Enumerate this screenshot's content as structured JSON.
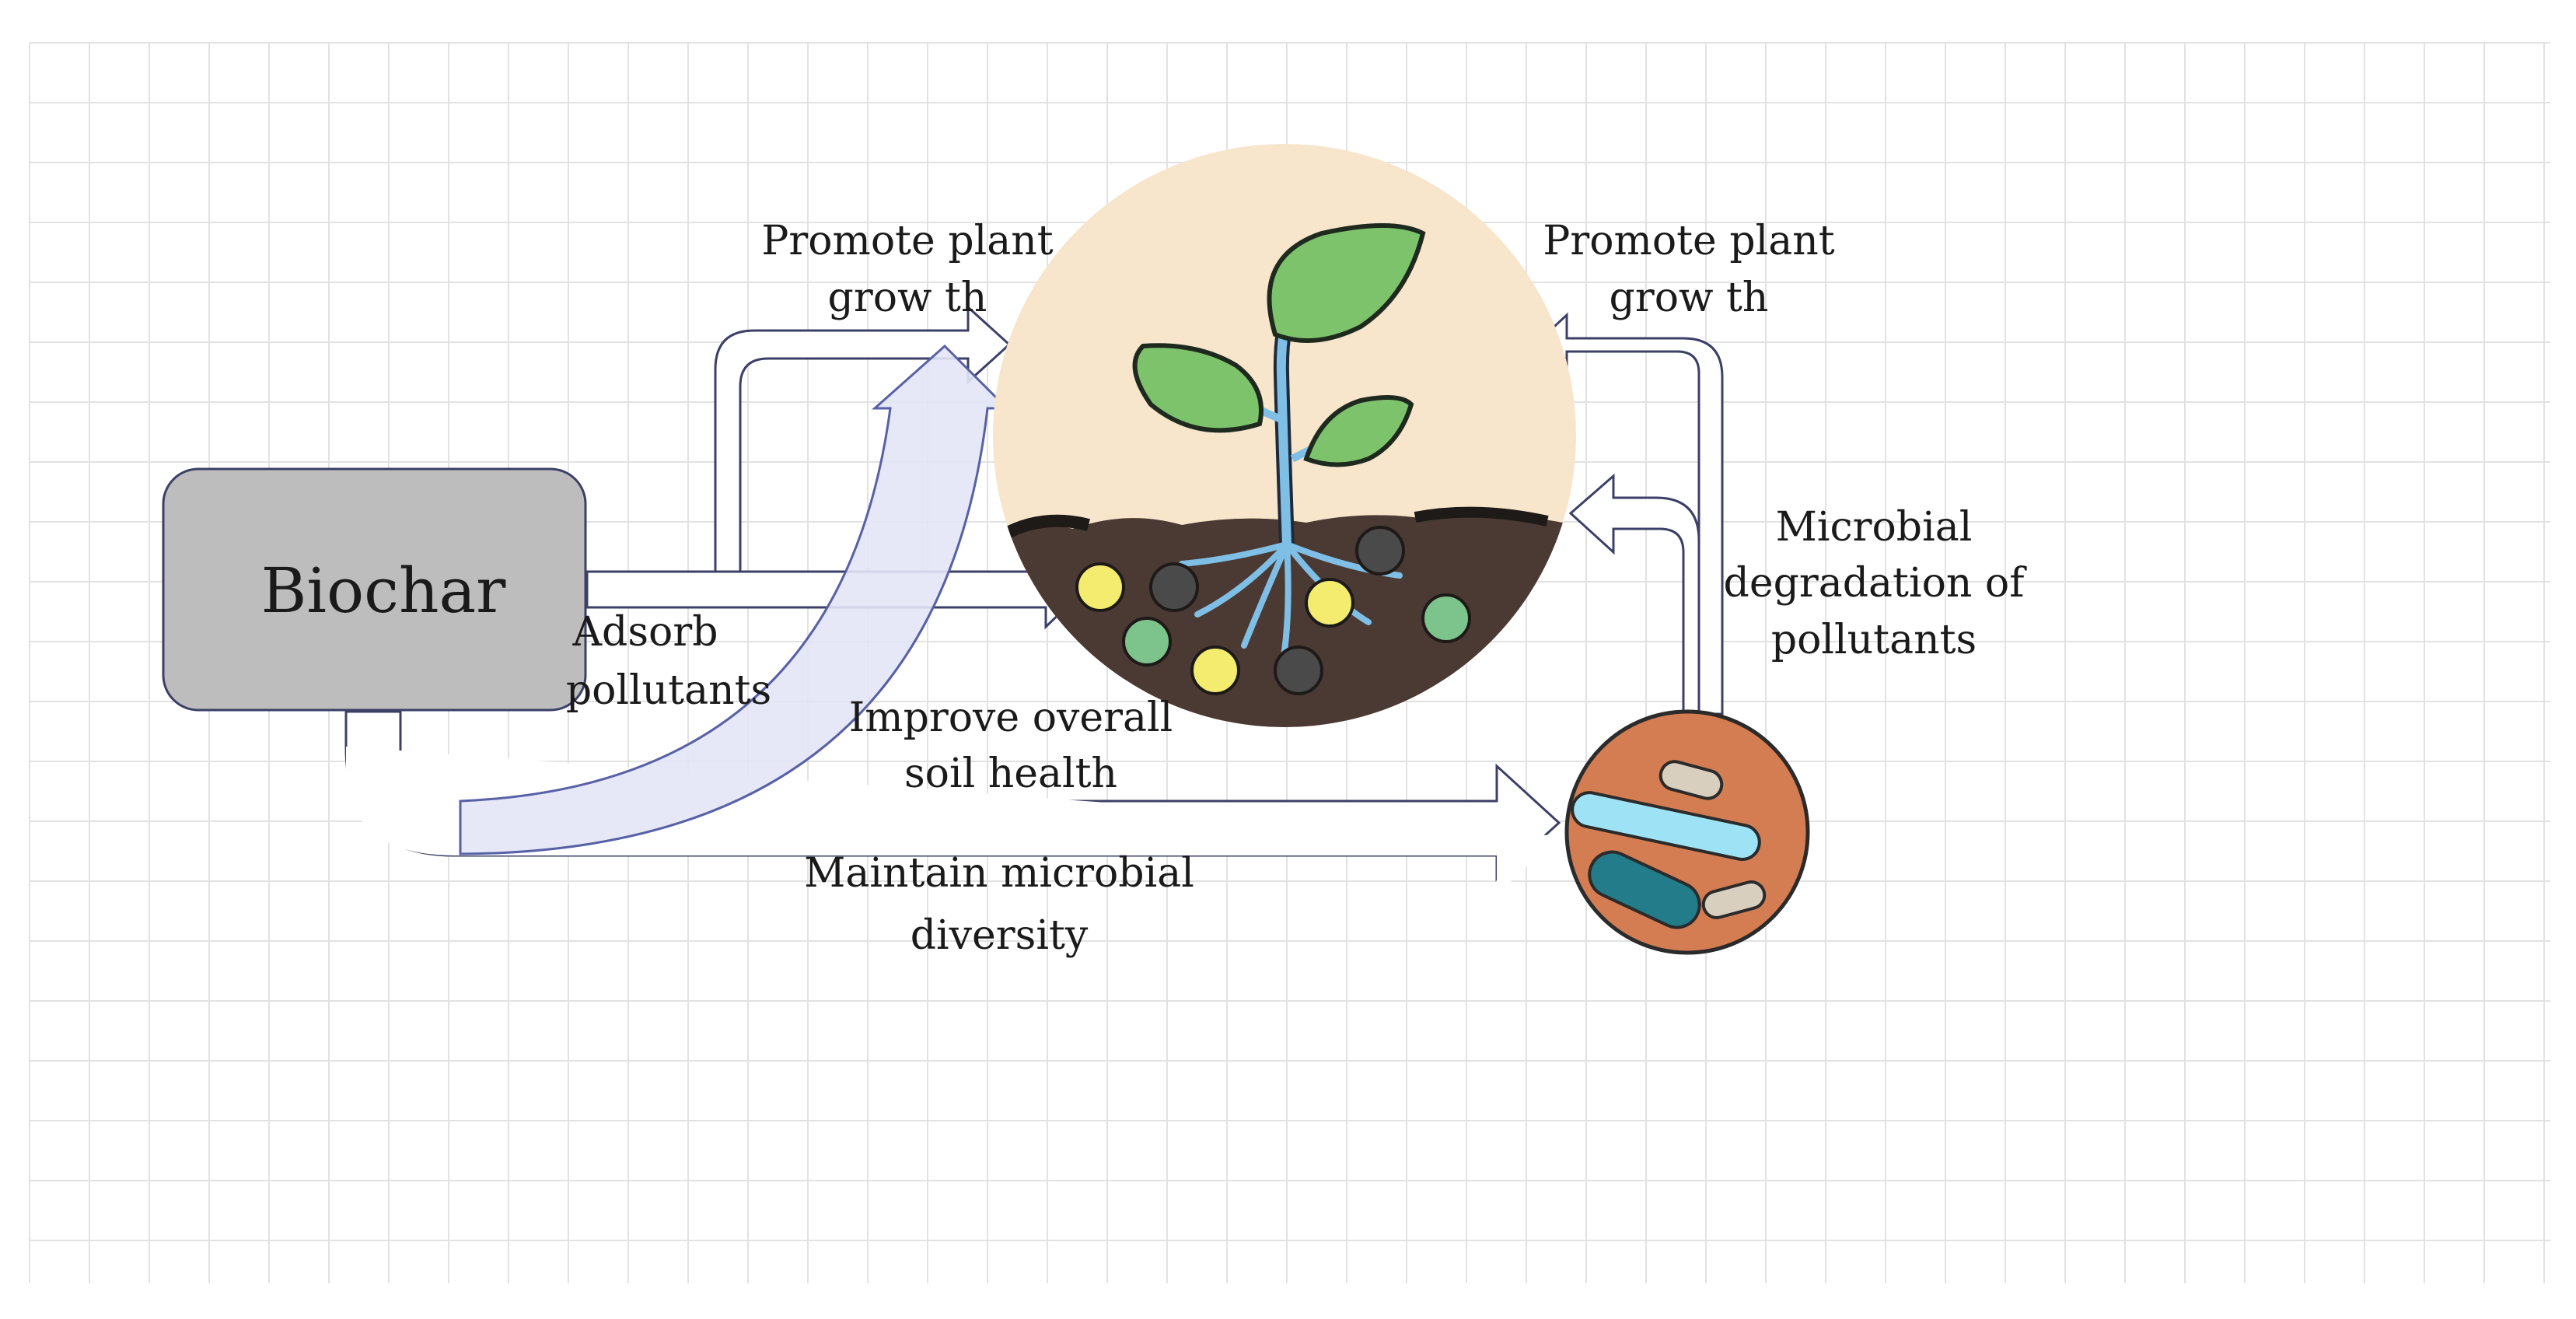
{
  "nodes": {
    "biochar": {
      "label": "Biochar"
    }
  },
  "labels": {
    "promote_left": [
      "Promote plant",
      "grow th"
    ],
    "promote_right": [
      "Promote plant",
      "grow th"
    ],
    "adsorb": [
      "Adsorb",
      "pollutants"
    ],
    "improve": [
      "Improve overall",
      "soil health"
    ],
    "maintain": [
      "Maintain microbial",
      "diversity"
    ],
    "microbial_deg": [
      "Microbial",
      "degradation of",
      "pollutants"
    ]
  },
  "icons": {
    "plant": "plant-in-soil-icon",
    "microbe": "microbe-icon"
  },
  "colors": {
    "biochar_fill": "#bdbdbd",
    "arrow_outline": "#3c4067",
    "curved_arrow_fill": "#e3e5f6",
    "plant_bg": "#f7e5cc",
    "soil": "#4a3a33",
    "leaf": "#7dc36c",
    "root": "#7fbfe6",
    "microbe_bg": "#d47d52",
    "grid": "#e2e2e2"
  }
}
